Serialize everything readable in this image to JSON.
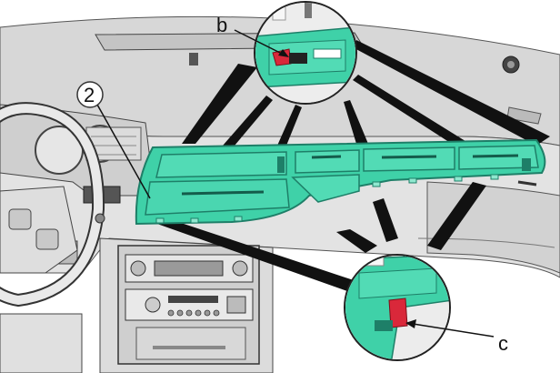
{
  "labels": {
    "part_number": "2",
    "detail_b": "b",
    "detail_c": "c"
  },
  "colors": {
    "highlight_part": "#3fd1a8",
    "highlight_dark": "#1e9c7e",
    "clip": "#d9283a",
    "dash_light": "#d6d6d6",
    "dash_mid": "#b9b9b9",
    "outline": "#2a2a2a"
  }
}
